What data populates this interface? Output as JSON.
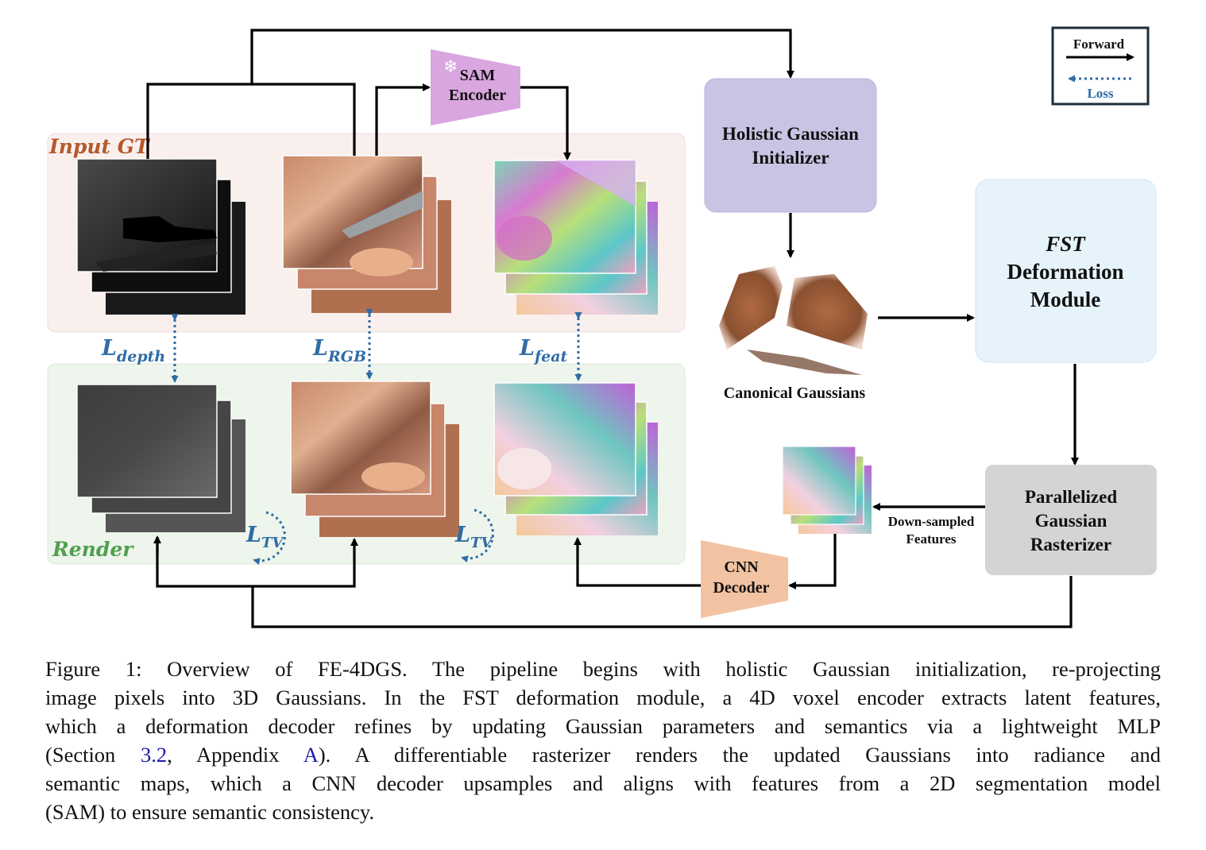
{
  "legend": {
    "forward_label": "Forward",
    "loss_label": "Loss"
  },
  "groups": {
    "input_label": "Input GT",
    "render_label": "Render"
  },
  "modules": {
    "sam_line1": "SAM",
    "sam_line2": "Encoder",
    "initializer_line1": "Holistic Gaussian",
    "initializer_line2": "Initializer",
    "canonical_label": "Canonical Gaussians",
    "fst_line1": "FST",
    "fst_line2": "Deformation",
    "fst_line3": "Module",
    "rasterizer_line1": "Parallelized",
    "rasterizer_line2": "Gaussian",
    "rasterizer_line3": "Rasterizer",
    "cnn_line1": "CNN",
    "cnn_line2": "Decoder",
    "downsampled_line1": "Down-sampled",
    "downsampled_line2": "Features"
  },
  "losses": {
    "depth": {
      "base": "L",
      "sub": "depth"
    },
    "rgb": {
      "base": "L",
      "sub": "RGB"
    },
    "feat": {
      "base": "L",
      "sub": "feat"
    },
    "tv": {
      "base": "L",
      "sub": "TV"
    }
  },
  "colors": {
    "input_gt": "#b5592a",
    "render": "#4ea14f",
    "loss_blue": "#2f6ca6",
    "sam_fill": "#d9a6e0",
    "initializer_fill": "#c9c4e4",
    "fst_fill": "#e6f3fa",
    "rasterizer_fill": "#d4d4d4",
    "cnn_fill": "#f2c3a2"
  },
  "caption": {
    "line1": "Figure 1:  Overview of FE-4DGS. The pipeline begins with holistic Gaussian initialization, re-projecting",
    "line2": "image pixels into 3D Gaussians. In the FST deformation module, a 4D voxel encoder extracts latent features,",
    "line3": "which a deformation decoder refines by updating Gaussian parameters and semantics via a lightweight MLP",
    "line4_a": "(Section ",
    "line4_ref1": "3.2",
    "line4_b": ", Appendix ",
    "line4_ref2": "A",
    "line4_c": ").  A differentiable rasterizer renders the updated Gaussians into radiance and",
    "line5": "semantic maps, which a CNN decoder upsamples and aligns with features from a 2D segmentation model",
    "line6": "(SAM) to ensure semantic consistency."
  }
}
